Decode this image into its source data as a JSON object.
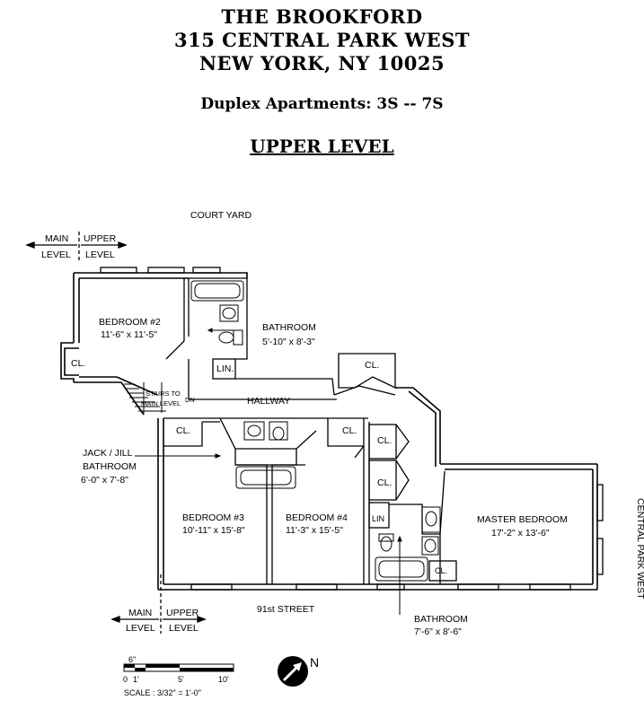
{
  "header": {
    "building_name": "THE BROOKFORD",
    "street_address": "315 CENTRAL PARK WEST",
    "city_line": "NEW YORK, NY 10025",
    "subtitle": "Duplex Apartments: 3S -- 7S",
    "level_title": "UPPER LEVEL"
  },
  "plan": {
    "court_yard": "COURT YARD",
    "street_south": "91st STREET",
    "street_east": "CENTRAL PARK WEST",
    "level_markers": {
      "main_top": "MAIN",
      "level_top": "LEVEL",
      "upper_top": "UPPER",
      "level_top_right": "LEVEL",
      "main_bottom": "MAIN",
      "level_bottom": "LEVEL",
      "upper_bottom": "UPPER",
      "level_bottom_right": "LEVEL"
    },
    "rooms": {
      "bedroom2": {
        "name": "BEDROOM #2",
        "dims": "11'-6\" x 11'-5\""
      },
      "bathroom_top": {
        "name": "BATHROOM",
        "dims": "5'-10\" x 8'-3\""
      },
      "jack_jill": {
        "name1": "JACK / JILL",
        "name2": "BATHROOM",
        "dims": "6'-0\" x 7'-8\""
      },
      "bedroom3": {
        "name": "BEDROOM #3",
        "dims": "10'-11\" x 15'-8\""
      },
      "bedroom4": {
        "name": "BEDROOM #4",
        "dims": "11'-3\" x 15'-5\""
      },
      "master": {
        "name": "MASTER BEDROOM",
        "dims": "17'-2\" x 13'-6\""
      },
      "bathroom_bottom": {
        "name": "BATHROOM",
        "dims": "7'-6\" x 8'-6\""
      },
      "hallway": "HALLWAY",
      "stairs1": "STAIRS TO",
      "stairs2": "MAIN LEVEL",
      "dn": "DN",
      "lin": "LIN.",
      "lin_short": "LIN",
      "closet": "CL."
    },
    "scale": {
      "top_label": "6\"",
      "tick0": "0",
      "tick1": "1'",
      "tick5": "5'",
      "tick10": "10'",
      "caption": "SCALE : 3/32\" = 1'-0\""
    },
    "north": "N"
  }
}
